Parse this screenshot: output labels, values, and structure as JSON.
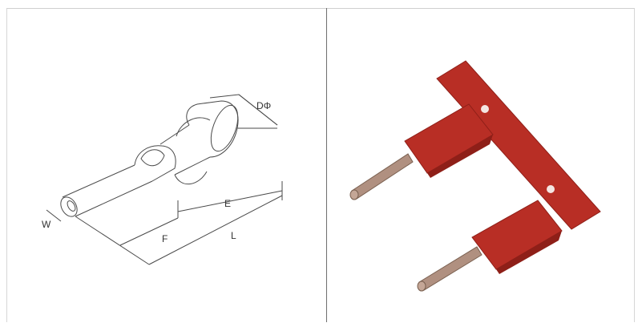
{
  "diagram": {
    "labels": {
      "d": "DΦ",
      "e": "E",
      "f": "F",
      "l": "L",
      "w": "W"
    }
  },
  "colors": {
    "line": "#4a4a4a",
    "insulation": "#b82e25",
    "insulation_shadow": "#8e1f18",
    "pin": "#b09080"
  }
}
